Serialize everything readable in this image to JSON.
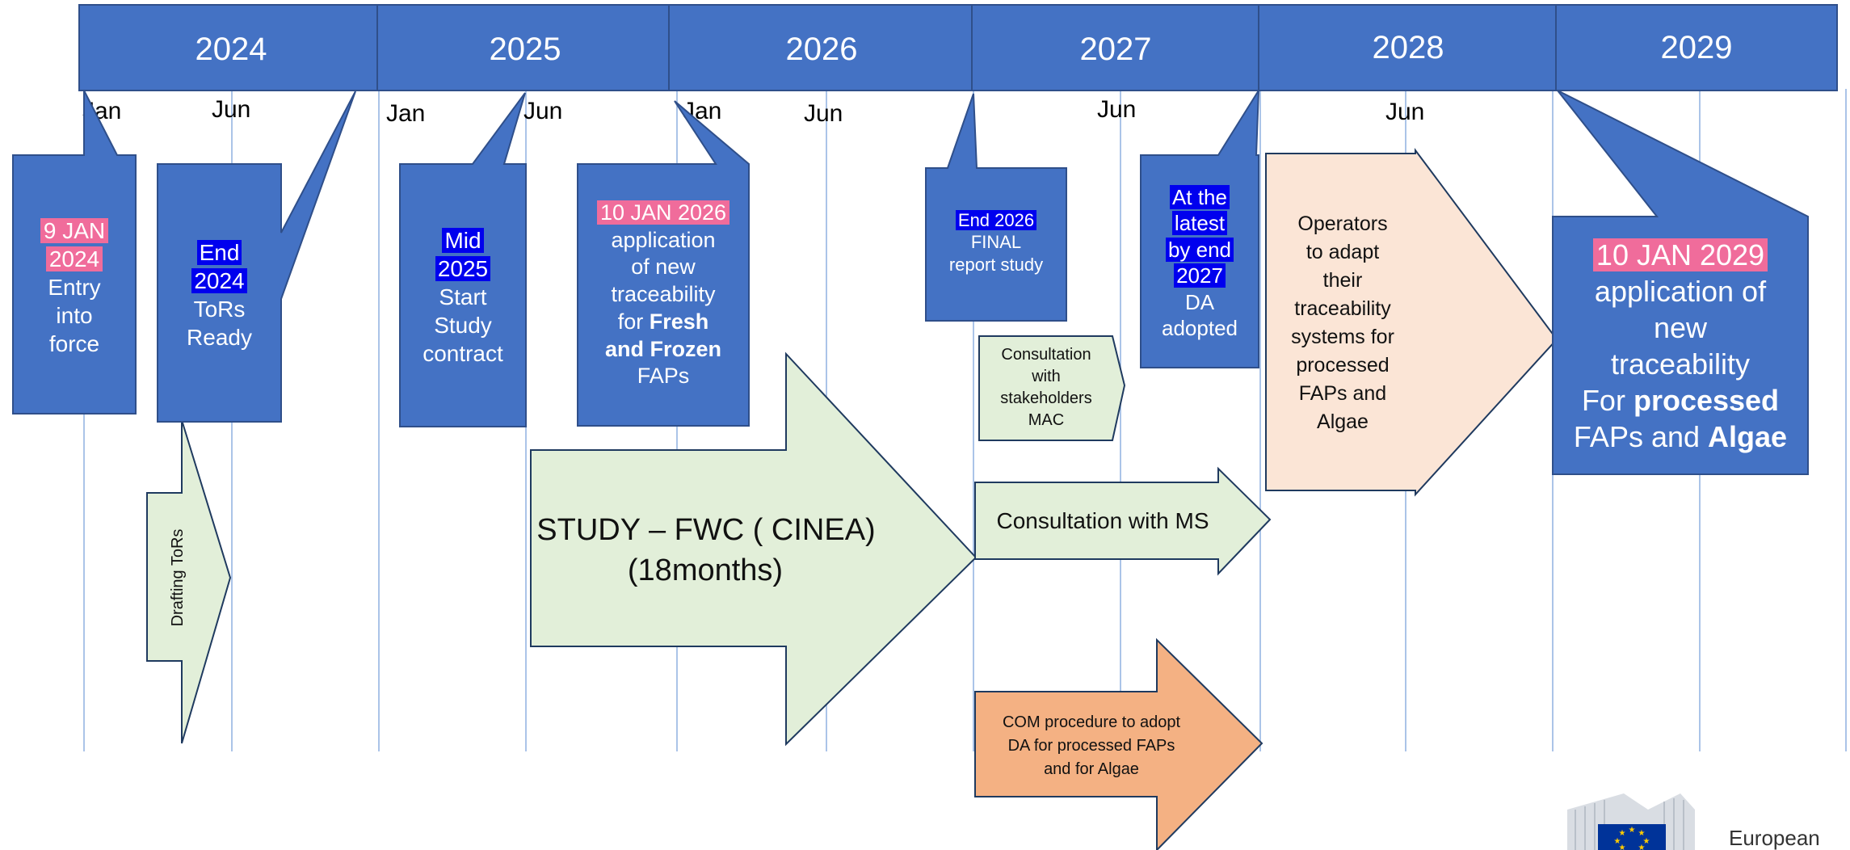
{
  "years": [
    "2024",
    "2025",
    "2026",
    "2027",
    "2028",
    "2029"
  ],
  "months": [
    "Jan",
    "Jun",
    "Jan",
    "Jun",
    "Jan",
    "Jun",
    "Jun",
    "Jun"
  ],
  "callouts": {
    "c2024_entry": {
      "date": "9 JAN 2024",
      "date_l1": "9 JAN",
      "date_l2": "2024",
      "text_l1": "Entry",
      "text_l2": "into",
      "text_l3": "force"
    },
    "c2024_tors": {
      "date_l1": "End",
      "date_l2": "2024",
      "text_l1": "ToRs",
      "text_l2": "Ready"
    },
    "c2025_study": {
      "date_l1": "Mid",
      "date_l2": "2025",
      "text_l1": "Start",
      "text_l2": "Study",
      "text_l3": "contract"
    },
    "c2026_fresh": {
      "date": "10 JAN 2026",
      "text_l1": "application",
      "text_l2": "of new",
      "text_l3": "traceability",
      "text_l4a": "for ",
      "text_l4b": "Fresh",
      "text_l5": "and Frozen",
      "text_l6": "FAPs"
    },
    "c2026_final": {
      "date": "End  2026",
      "text_l1": "FINAL",
      "text_l2": "report study"
    },
    "c2027_da": {
      "date_l1": "At the",
      "date_l2": "latest",
      "date_l3": "by end",
      "date_l4": "2027",
      "text_l1": "DA",
      "text_l2": "adopted"
    },
    "c2029_processed": {
      "date": "10 JAN 2029",
      "text_l1": "application of",
      "text_l2": "new",
      "text_l3": "traceability",
      "text_l4a": "For ",
      "text_l4b": "processed",
      "text_l5a": "FAPs and ",
      "text_l5b": "Algae"
    }
  },
  "arrows": {
    "drafting_tors": "Drafting ToRs",
    "study_l1": "STUDY – FWC ( CINEA)",
    "study_l2": "(18months)",
    "consult_stakeholders_l1": "Consultation",
    "consult_stakeholders_l2": "with",
    "consult_stakeholders_l3": "stakeholders",
    "consult_stakeholders_l4": "MAC",
    "consult_ms": "Consultation with MS",
    "com_procedure_l1": "COM procedure to adopt",
    "com_procedure_l2": "DA  for processed FAPs",
    "com_procedure_l3": "and for Algae",
    "operators_l1": "Operators",
    "operators_l2": "to  adapt",
    "operators_l3": "their",
    "operators_l4": "traceability",
    "operators_l5": "systems for",
    "operators_l6": "processed",
    "operators_l7": "FAPs and",
    "operators_l8": "Algae"
  },
  "logo": {
    "text": "European"
  },
  "colors": {
    "blue": "#4472c4",
    "blue_border": "#2f4f8a",
    "light_green": "#e2efd9",
    "peach": "#fbe5d6",
    "orange": "#f4b183",
    "highlight_blue": "#0000ee",
    "highlight_pink": "#f06c9b",
    "gridline": "#8fb0e0"
  }
}
